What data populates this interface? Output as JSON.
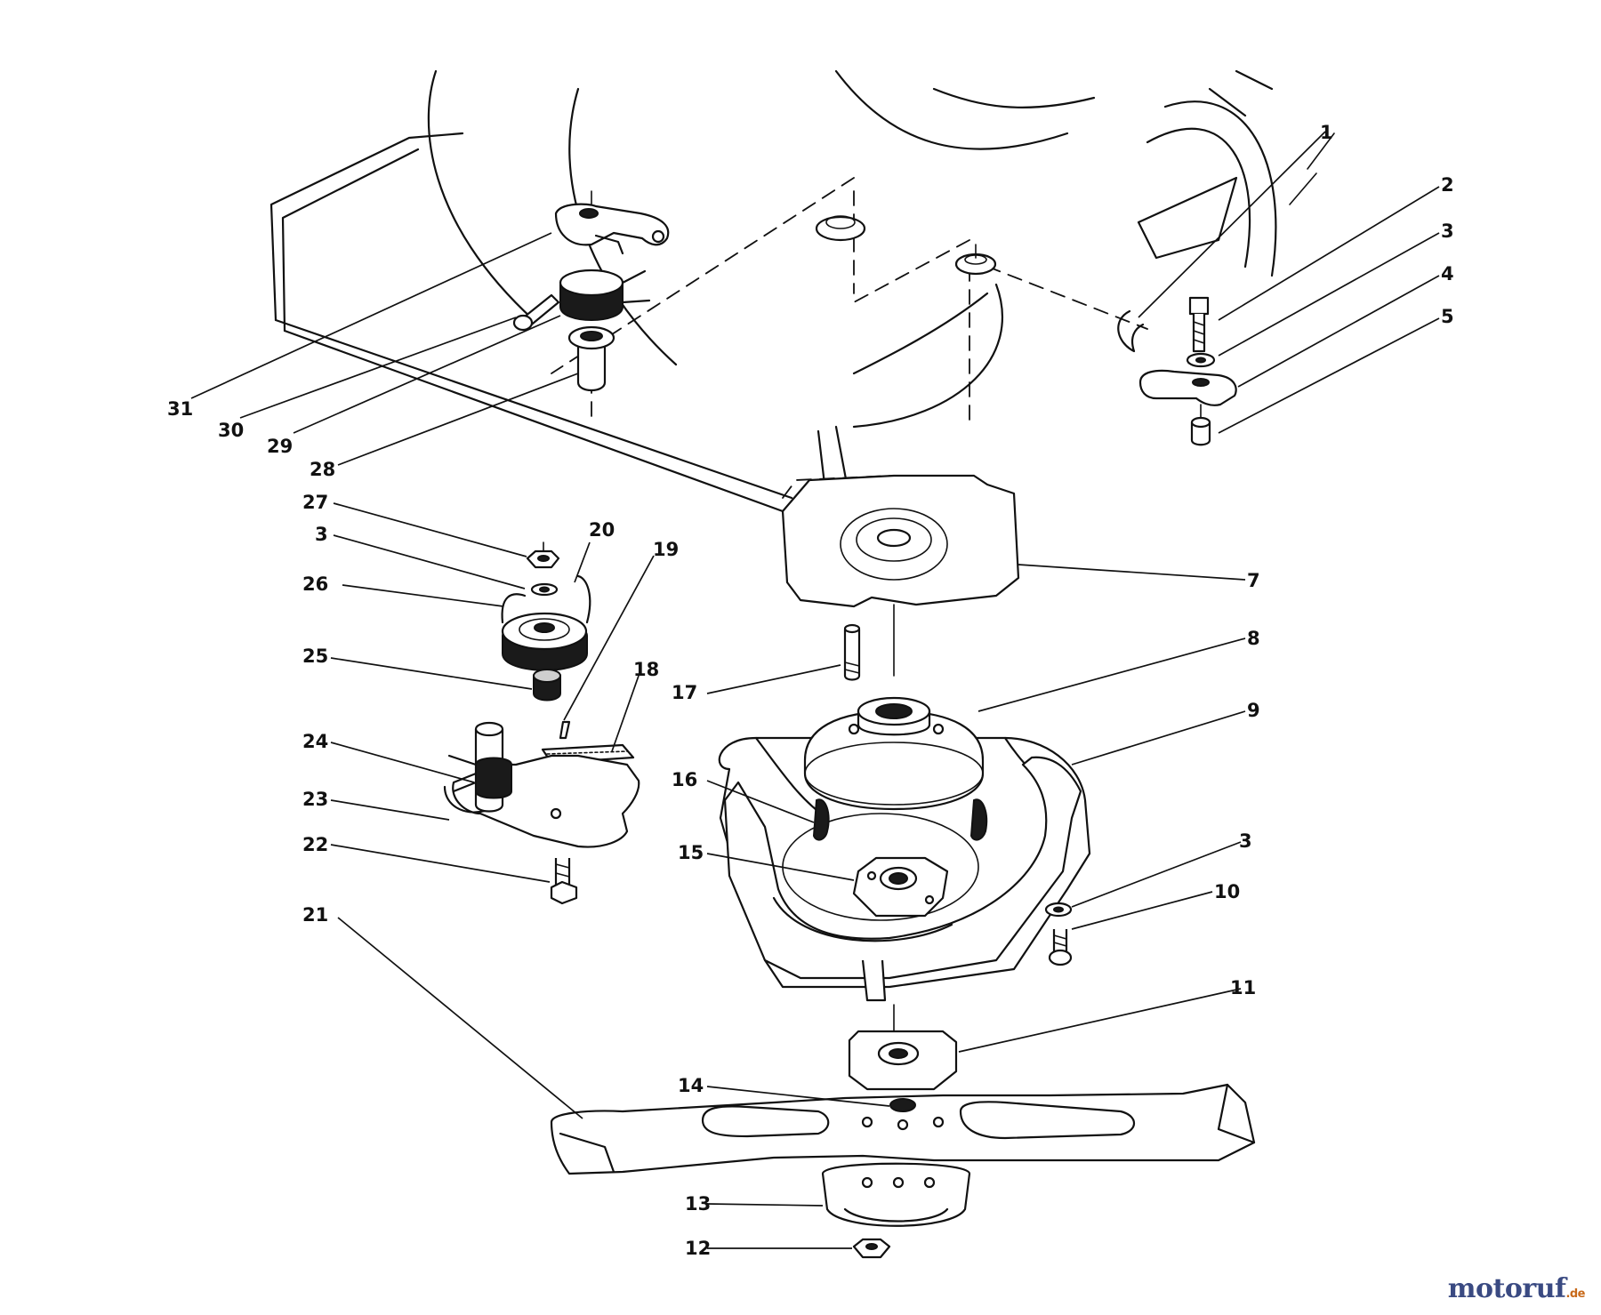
{
  "callouts": [
    {
      "id": "1",
      "text": "1"
    },
    {
      "id": "2",
      "text": "2"
    },
    {
      "id": "3a",
      "text": "3"
    },
    {
      "id": "4",
      "text": "4"
    },
    {
      "id": "5",
      "text": "5"
    },
    {
      "id": "7",
      "text": "7"
    },
    {
      "id": "8",
      "text": "8"
    },
    {
      "id": "9",
      "text": "9"
    },
    {
      "id": "3b",
      "text": "3"
    },
    {
      "id": "10",
      "text": "10"
    },
    {
      "id": "11",
      "text": "11"
    },
    {
      "id": "12",
      "text": "12"
    },
    {
      "id": "13",
      "text": "13"
    },
    {
      "id": "14",
      "text": "14"
    },
    {
      "id": "15",
      "text": "15"
    },
    {
      "id": "16",
      "text": "16"
    },
    {
      "id": "17",
      "text": "17"
    },
    {
      "id": "18",
      "text": "18"
    },
    {
      "id": "19",
      "text": "19"
    },
    {
      "id": "20",
      "text": "20"
    },
    {
      "id": "21",
      "text": "21"
    },
    {
      "id": "22",
      "text": "22"
    },
    {
      "id": "23",
      "text": "23"
    },
    {
      "id": "24",
      "text": "24"
    },
    {
      "id": "25",
      "text": "25"
    },
    {
      "id": "26",
      "text": "26"
    },
    {
      "id": "3c",
      "text": "3"
    },
    {
      "id": "27",
      "text": "27"
    },
    {
      "id": "28",
      "text": "28"
    },
    {
      "id": "29",
      "text": "29"
    },
    {
      "id": "30",
      "text": "30"
    },
    {
      "id": "31",
      "text": "31"
    }
  ],
  "watermark": {
    "brand": "motoruf",
    "tld": ".de"
  }
}
